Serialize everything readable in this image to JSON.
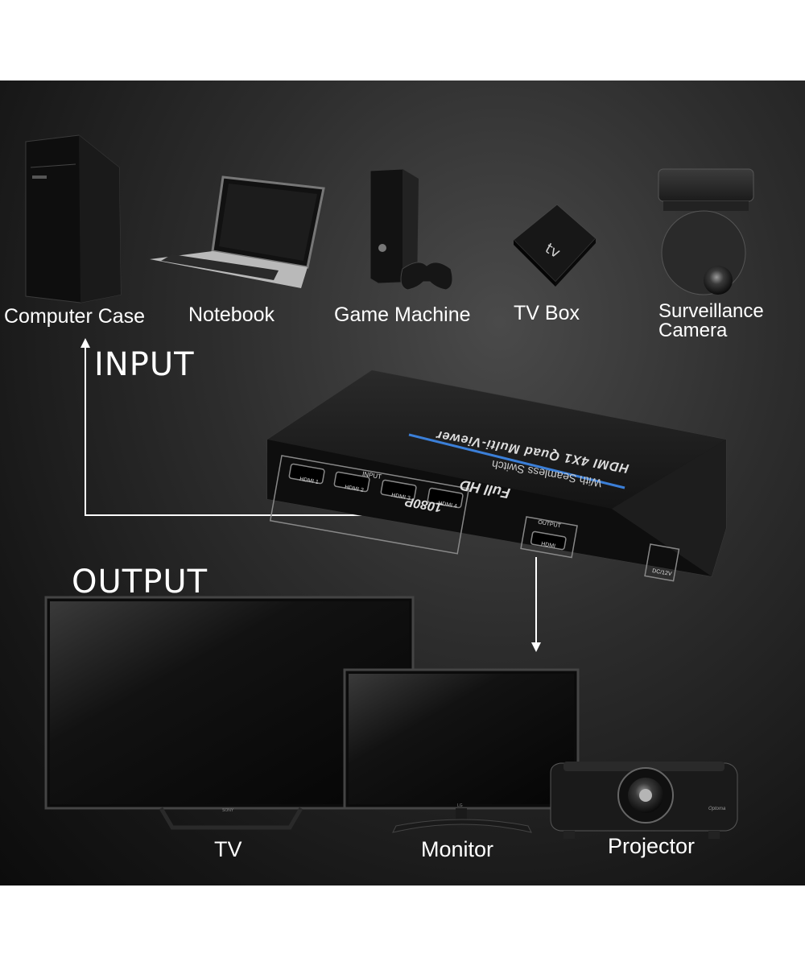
{
  "inputs": {
    "heading": "INPUT",
    "devices": [
      {
        "label": "Computer Case",
        "icon": "computer-case-icon"
      },
      {
        "label": "Notebook",
        "icon": "notebook-icon"
      },
      {
        "label": "Game Machine",
        "icon": "game-console-icon"
      },
      {
        "label": "TV Box",
        "icon": "tv-box-icon"
      },
      {
        "label_line1": "Surveillance",
        "label_line2": "Camera",
        "icon": "surveillance-camera-icon"
      }
    ]
  },
  "switcher": {
    "brand_line": "Full HD",
    "resolution": "1080P",
    "product_name": "HDMI 4X1 Quad Multi-Viewer",
    "tagline": "With Seamless Switch",
    "input_group_label": "INPUT",
    "ports": [
      "HDMI 1",
      "HDMI 2",
      "HDMI 3",
      "HDMI 4"
    ],
    "output_label": "OUTPUT",
    "output_port": "HDMI",
    "power_label": "DC/12V"
  },
  "outputs": {
    "heading": "OUTPUT",
    "devices": [
      {
        "label": "TV",
        "icon": "tv-icon",
        "brand": "SONY"
      },
      {
        "label": "Monitor",
        "icon": "monitor-icon",
        "brand": "LG"
      },
      {
        "label": "Projector",
        "icon": "projector-icon",
        "brand": "Optoma"
      }
    ]
  },
  "colors": {
    "accent_stripe": "#3b7fd8",
    "text": "#ffffff",
    "background_dark": "#1a1a1a"
  }
}
